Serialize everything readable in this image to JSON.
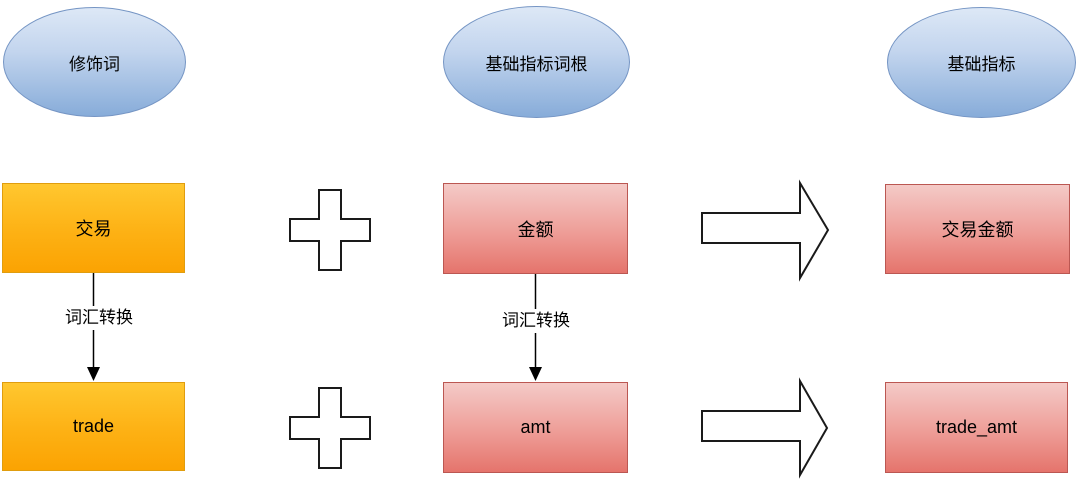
{
  "diagram": {
    "ellipses": [
      {
        "label": "修饰词"
      },
      {
        "label": "基础指标词根"
      },
      {
        "label": "基础指标"
      }
    ],
    "boxes": {
      "modifier_cn": "交易",
      "root_cn": "金额",
      "result_cn": "交易金额",
      "modifier_en": "trade",
      "root_en": "amt",
      "result_en": "trade_amt"
    },
    "connectors": {
      "left_label": "词汇转换",
      "center_label": "词汇转换"
    },
    "colors": {
      "ellipse_fill_top": "#dde8f6",
      "ellipse_fill_bottom": "#87acd9",
      "ellipse_border": "#7595c4",
      "orange_fill_top": "#ffc72f",
      "orange_fill_bottom": "#fba302",
      "orange_border": "#e09d0e",
      "red_fill_top": "#f4cac7",
      "red_fill_bottom": "#e5746c",
      "red_border": "#bb5752",
      "operator_fill": "#ffffff",
      "operator_stroke": "#1a1a1a"
    }
  }
}
